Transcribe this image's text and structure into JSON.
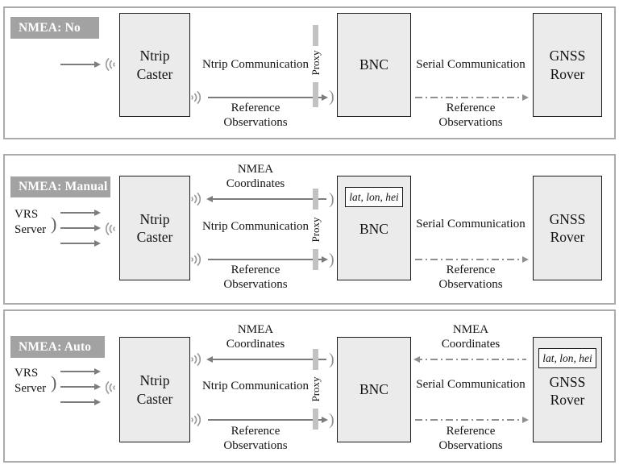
{
  "colors": {
    "box_fill": "#ebebeb",
    "box_border": "#1a1a1a",
    "panel_border": "#ababab",
    "title_bg": "#a2a2a2",
    "title_text": "#ffffff",
    "solid_line": "#7c7c7c",
    "dashdot_line": "#8f8f8f",
    "proxy_bar": "#c2c2c2"
  },
  "panels": [
    {
      "title": "NMEA: No",
      "boxes": {
        "caster": "Ntrip Caster",
        "bnc": "BNC",
        "rover": "GNSS Rover"
      },
      "proxy_label": "Proxy",
      "caster_bnc": {
        "comm_label": "Ntrip Communication",
        "obs_label": "Reference Observations"
      },
      "bnc_rover": {
        "comm_label": "Serial Communication",
        "obs_label": "Reference Observations"
      }
    },
    {
      "title": "NMEA: Manual",
      "vrs_label": "VRS Server",
      "boxes": {
        "caster": "Ntrip Caster",
        "bnc": "BNC",
        "rover": "GNSS Rover"
      },
      "bnc_coords": "lat, lon, hei",
      "proxy_label": "Proxy",
      "caster_bnc": {
        "nmea_label": "NMEA Coordinates",
        "comm_label": "Ntrip Communication",
        "obs_label": "Reference Observations"
      },
      "bnc_rover": {
        "comm_label": "Serial Communication",
        "obs_label": "Reference Observations"
      }
    },
    {
      "title": "NMEA: Auto",
      "vrs_label": "VRS Server",
      "boxes": {
        "caster": "Ntrip Caster",
        "bnc": "BNC",
        "rover": "GNSS Rover"
      },
      "rover_coords": "lat, lon, hei",
      "proxy_label": "Proxy",
      "caster_bnc": {
        "nmea_label": "NMEA Coordinates",
        "comm_label": "Ntrip Communication",
        "obs_label": "Reference Observations"
      },
      "bnc_rover": {
        "nmea_label": "NMEA Coordinates",
        "comm_label": "Serial Communication",
        "obs_label": "Reference Observations"
      }
    }
  ]
}
